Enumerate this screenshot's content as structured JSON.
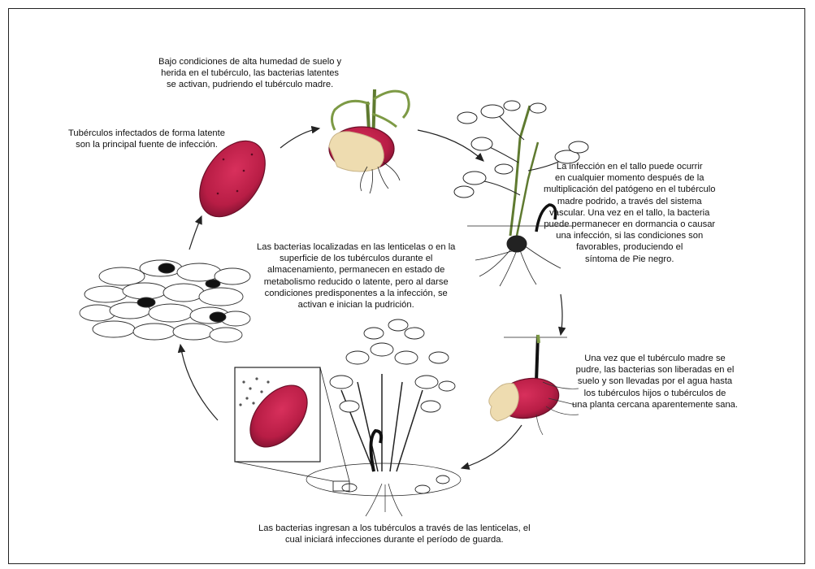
{
  "captions": {
    "top_wound": [
      "Bajo condiciones de alta humedad de suelo y",
      "herida en el tubérculo, las bacterias latentes",
      "se activan, pudriendo el tubérculo madre."
    ],
    "latent_source": [
      "Tubérculos infectados de forma latente",
      "son la principal fuente de infección."
    ],
    "stem_infection": [
      "La infección en el tallo puede ocurrir",
      "en cualquier momento después de la",
      "multiplicación del patógeno en el tubérculo",
      "madre podrido, a través del sistema",
      "vascular. Una vez en el tallo, la bacteria",
      "puede permanecer en dormancia  o causar",
      "una infección, si las condiciones son",
      "favorables, produciendo el",
      "síntoma de Pie negro."
    ],
    "storage_lenticels": [
      "Las bacterias localizadas en las lenticelas o en la",
      "superficie de los tubérculos durante el",
      "almacenamiento, permanecen en estado de",
      "metabolismo reducido o latente, pero al darse",
      "condiciones predisponentes a la infección, se",
      "activan e inician la pudrición."
    ],
    "mother_rot": [
      "Una vez que el tubérculo madre se",
      "pudre, las bacterias son liberadas  en el",
      "suelo y son llevadas por el  agua hasta",
      "los tubérculos hijos o  tubérculos de",
      "una planta cercana aparentemente sana."
    ],
    "bottom_entry": [
      "Las bacterias ingresan a los tubérculos a través de las lenticelas, el",
      "cual iniciará infecciones durante el período de guarda."
    ]
  },
  "colors": {
    "tuber_red": "#c2204a",
    "tuber_dark": "#8d1434",
    "rot_beige": "#eedcb0",
    "stem_green": "#7d9a45",
    "line": "#222222"
  }
}
